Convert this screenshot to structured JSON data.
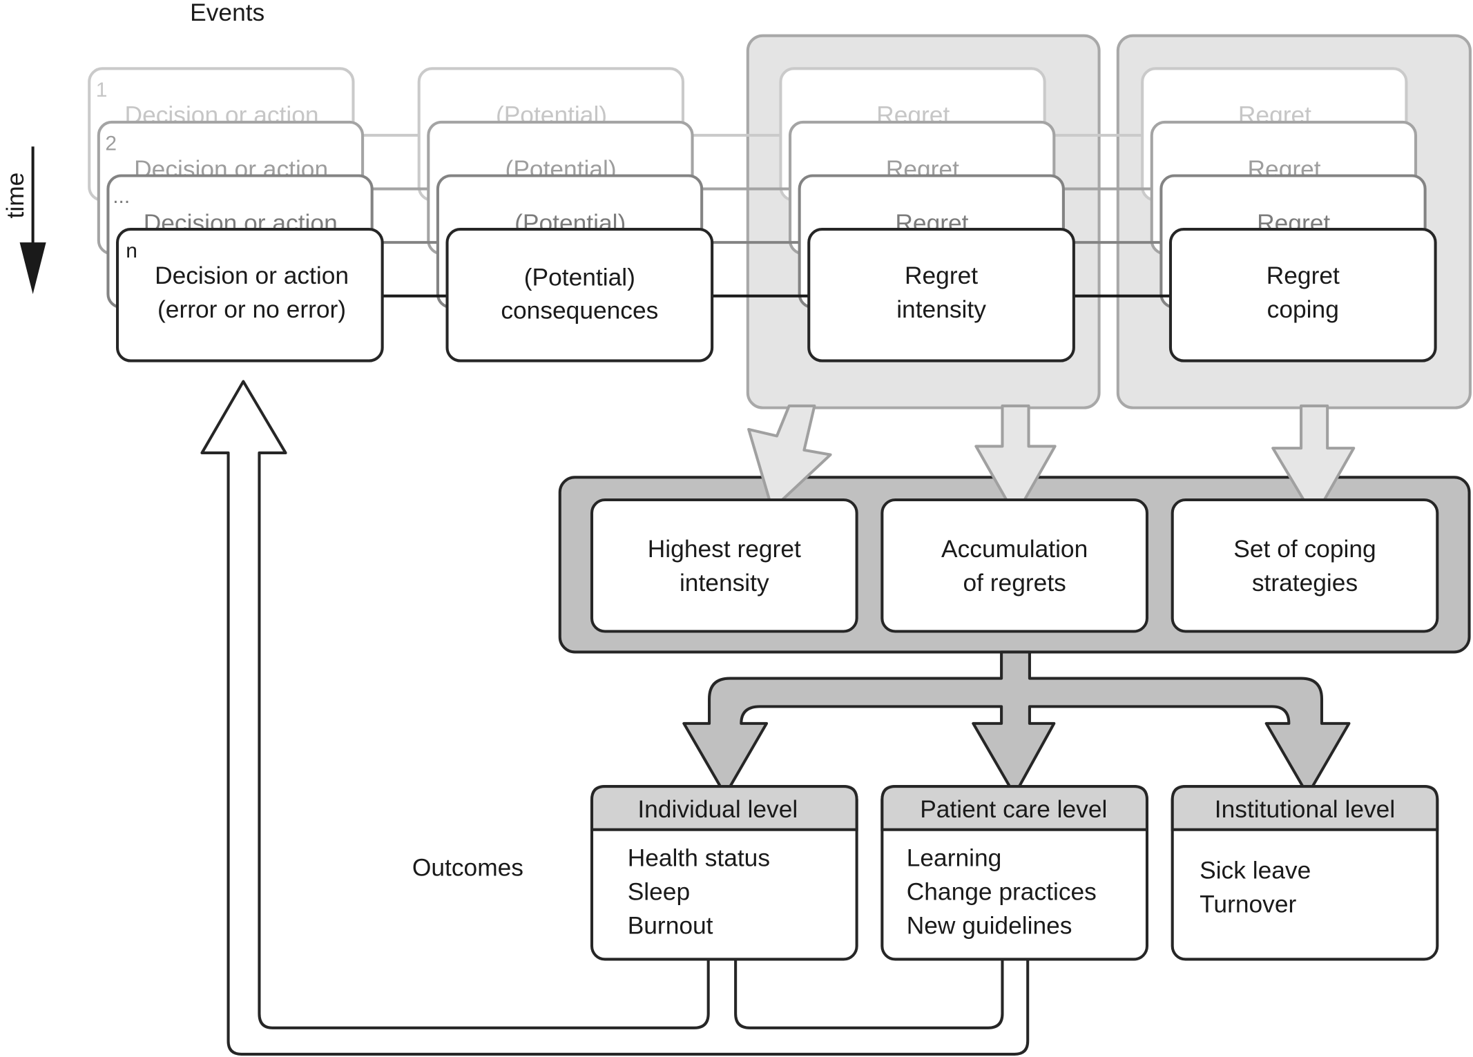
{
  "labels": {
    "events": "Events",
    "time": "time",
    "outcomes": "Outcomes"
  },
  "sequence": {
    "numbers": [
      "1",
      "2",
      "...",
      "n"
    ],
    "decision": [
      "Decision or action",
      "(error or no error)"
    ],
    "consequences": [
      "(Potential)",
      "consequences"
    ],
    "intensity": [
      "Regret",
      "intensity"
    ],
    "coping": [
      "Regret",
      "coping"
    ]
  },
  "aggregates": [
    [
      "Highest regret",
      "intensity"
    ],
    [
      "Accumulation",
      "of regrets"
    ],
    [
      "Set of coping",
      "strategies"
    ]
  ],
  "outcomes": [
    {
      "title": "Individual level",
      "items": [
        "Health status",
        "Sleep",
        "Burnout"
      ]
    },
    {
      "title": "Patient care level",
      "items": [
        "Learning",
        "Change practices",
        "New guidelines"
      ]
    },
    {
      "title": "Institutional level",
      "items": [
        "Sick leave",
        "Turnover"
      ]
    }
  ],
  "colors": {
    "stroke_main": "#262626",
    "stroke_layer1": "#cacaca",
    "stroke_layer2": "#a4a4a4",
    "stroke_layer3": "#838383",
    "panel_light": "#e4e4e4",
    "panel_light_stroke": "#a8a8a8",
    "panel_dark": "#c0c0c0",
    "arrow_light": "#e6e6e6",
    "arrow_light_stroke": "#a0a0a0",
    "header_fill": "#d2d2d2"
  }
}
